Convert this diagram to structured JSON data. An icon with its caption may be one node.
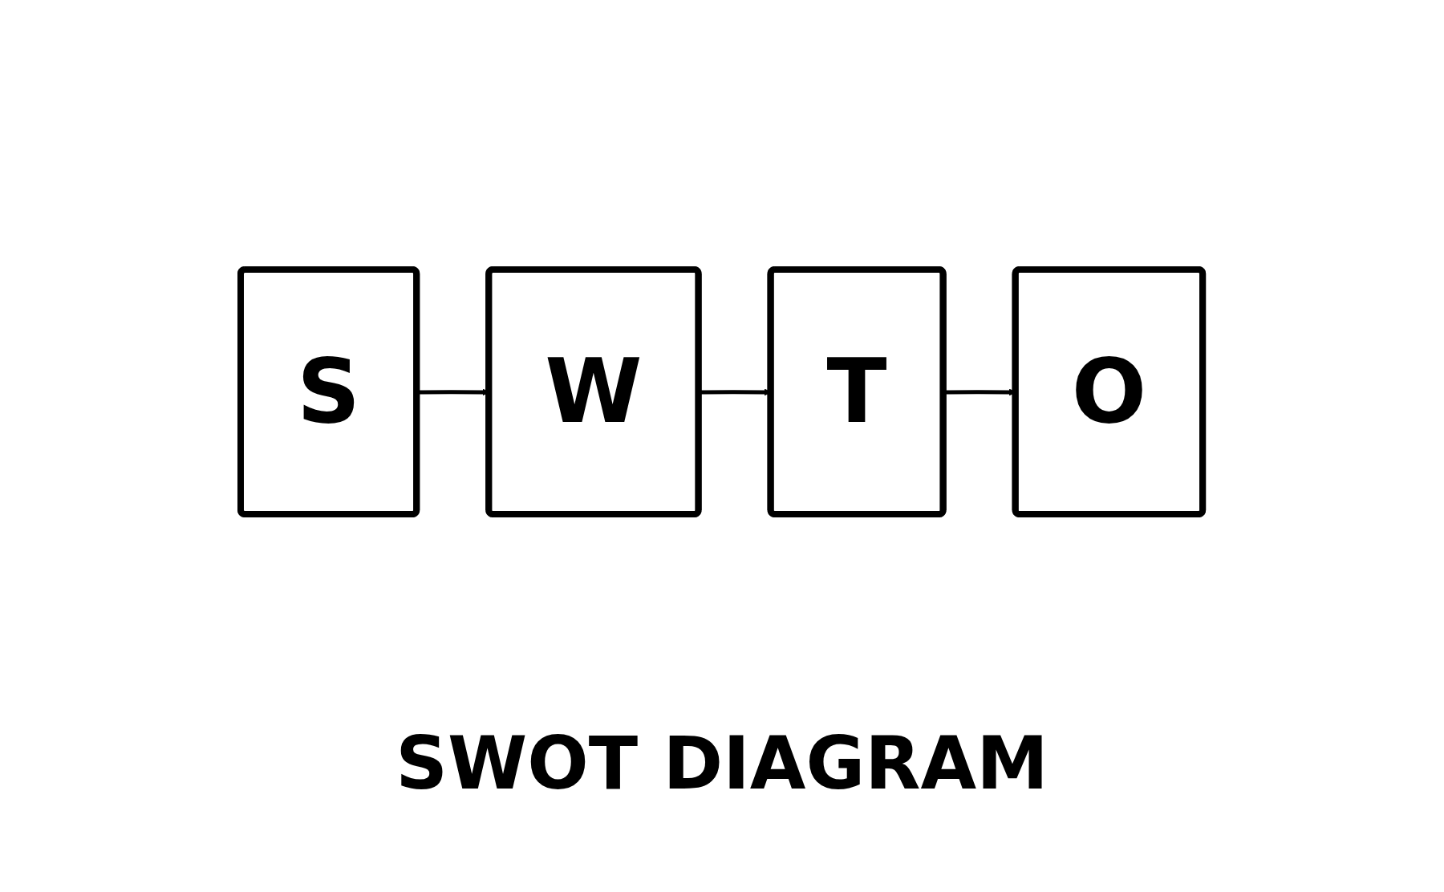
{
  "diagram": {
    "title": "SWOT DIAGRAM",
    "nodes": [
      {
        "text": [
          "S"
        ]
      },
      {
        "text": [
          "W"
        ]
      },
      {
        "text": [
          "T"
        ]
      },
      {
        "text": [
          "O"
        ]
      }
    ],
    "edges": [
      {
        "from": 0,
        "to": 1,
        "arrow": "to"
      },
      {
        "from": 1,
        "to": 2,
        "arrow": "to"
      },
      {
        "from": 2,
        "to": 3,
        "arrow": "to"
      }
    ]
  }
}
